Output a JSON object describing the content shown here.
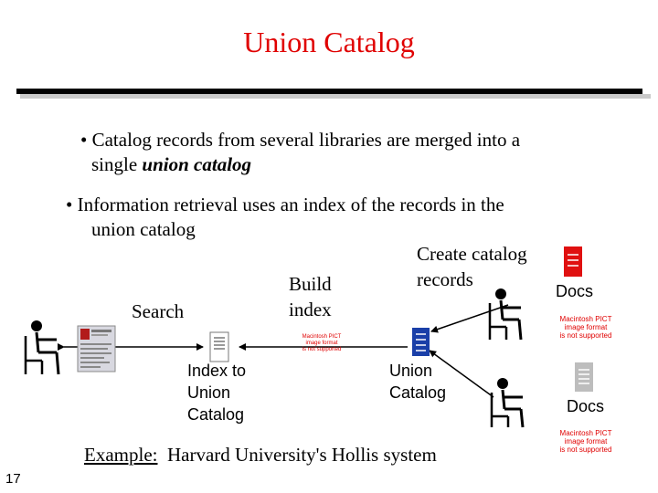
{
  "title": "Union Catalog",
  "bullets": [
    {
      "text_before": "Catalog records from several libraries are merged into a",
      "text_line2": "single ",
      "emphasis": "union catalog"
    },
    {
      "text_line1": "Information retrieval uses an index of the records in the",
      "text_line2": "union catalog"
    }
  ],
  "diagram": {
    "create_catalog_records": [
      "Create catalog",
      "records"
    ],
    "docs_label_1": "Docs",
    "docs_label_2": "Docs",
    "build_index": [
      "Build",
      "index"
    ],
    "search": "Search",
    "index_to_union_catalog": [
      "Index to",
      "Union",
      "Catalog"
    ],
    "union_catalog": [
      "Union",
      "Catalog"
    ],
    "pict_notice": [
      "Macintosh PICT",
      "image format",
      "is not supported"
    ]
  },
  "example": {
    "label": "Example:",
    "text": "  Harvard University's Hollis system"
  },
  "slide_number": "17",
  "colors": {
    "title": "#e00000",
    "doc_red": "#e01010",
    "doc_blue": "#1a3fa8",
    "doc_gray": "#bdbdbd"
  }
}
